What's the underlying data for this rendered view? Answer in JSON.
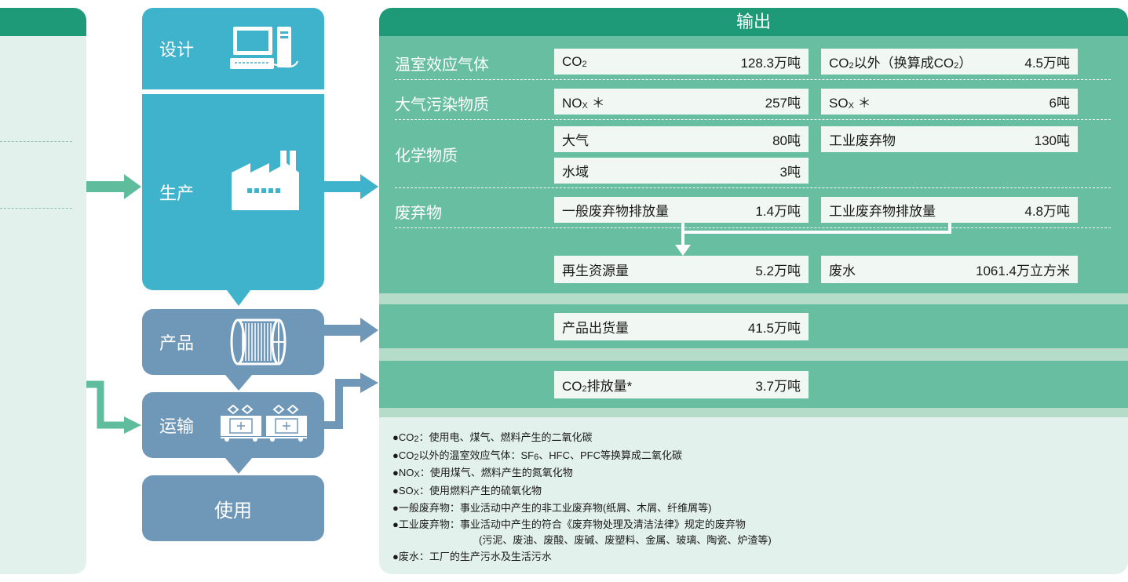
{
  "stages": {
    "design": "设计",
    "production": "生产",
    "product": "产品",
    "transport": "运输",
    "use": "使用"
  },
  "output": {
    "title": "输出",
    "ghg_label": "温室效应气体",
    "air_label": "大气污染物质",
    "chem_label": "化学物质",
    "waste_label": "废弃物",
    "co2_name": "CO",
    "co2_value": "128.3万吨",
    "nonco2_name_a": "CO",
    "nonco2_name_b": "以外（换算成CO",
    "nonco2_name_c": "）",
    "nonco2_value": "4.5万吨",
    "nox_name": "NO",
    "nox_sub": "X",
    "nox_star": " ＊",
    "nox_value": "257吨",
    "sox_name": "SO",
    "sox_sub": "X",
    "sox_star": " ＊",
    "sox_value": "6吨",
    "air_name": "大气",
    "air_value": "80吨",
    "industrial_waste_name": "工业废弃物",
    "industrial_waste_value": "130吨",
    "water_name": "水域",
    "water_value": "3吨",
    "general_waste_name": "一般废弃物排放量",
    "general_waste_value": "1.4万吨",
    "industrial_waste_emission_name": "工业废弃物排放量",
    "industrial_waste_emission_value": "4.8万吨",
    "recycled_name": "再生资源量",
    "recycled_value": "5.2万吨",
    "wastewater_name": "废水",
    "wastewater_value": "1061.4万立方米",
    "shipment_name": "产品出货量",
    "shipment_value": "41.5万吨",
    "transport_co2_a": "CO",
    "transport_co2_b": "排放量*",
    "transport_co2_value": "3.7万吨",
    "sub2": "2",
    "sub6": "6"
  },
  "notes": {
    "n1_a": "●CO",
    "n1_b": "：使用电、煤气、燃料产生的二氧化碳",
    "n2_a": "●CO",
    "n2_b": "以外的温室效应气体：SF",
    "n2_c": "、HFC、PFC等换算成二氧化碳",
    "n3_a": "●NO",
    "n3_sub": "X",
    "n3_b": "：使用煤气、燃料产生的氮氧化物",
    "n4_a": "●SO",
    "n4_sub": "X",
    "n4_b": "：使用燃料产生的硫氧化物",
    "n5": "●一般废弃物：事业活动中产生的非工业废弃物(纸屑、木屑、纤维屑等)",
    "n6": "●工业废弃物：事业活动中产生的符合《废弃物处理及清洁法律》规定的废弃物",
    "n6_cont": "(污泥、废油、废酸、废碱、废塑料、金属、玻璃、陶瓷、炉渣等)",
    "n7": "●废水：工厂的生产污水及生活污水"
  }
}
